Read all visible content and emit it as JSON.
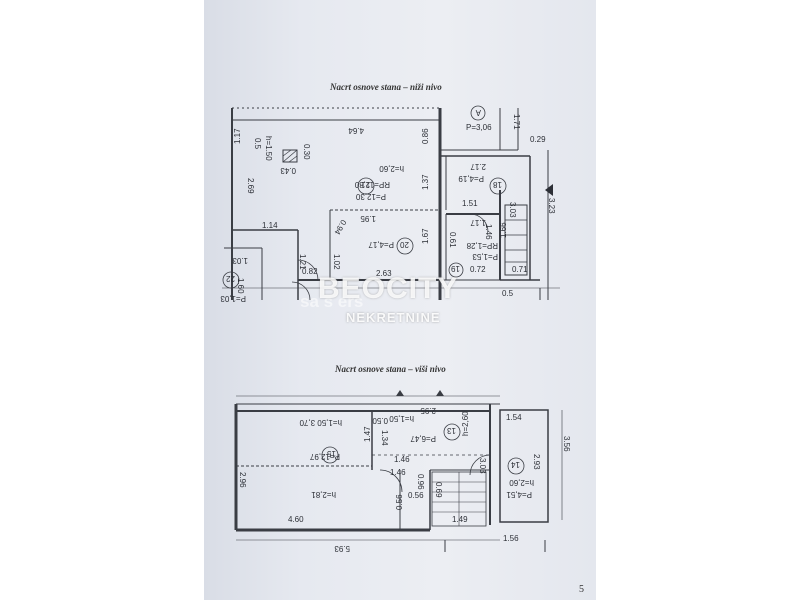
{
  "captions": {
    "lower": "Nacrt osnove stana – niži nivo",
    "upper": "Nacrt osnove stana – viši nivo"
  },
  "watermark": {
    "brand": "BEOCITY",
    "sub": "NEKRETNINE",
    "faint": "sa   s      ers"
  },
  "page_number": "5",
  "lower_plan": {
    "rooms": [
      {
        "num": "21",
        "area": "P=12,30",
        "rp": "RP=11,80",
        "h": "h=2,60"
      },
      {
        "num": "20",
        "area": "P=4,17"
      },
      {
        "num": "19",
        "area": "P=1,53",
        "rp": "RP=1,28"
      },
      {
        "num": "18",
        "area": "P=4,19"
      },
      {
        "num": "22",
        "area": "P=1,03"
      },
      {
        "num": "A",
        "area": "P=3,06"
      }
    ],
    "dims": [
      "4.64",
      "0.86",
      "1.17",
      "0.29",
      "1.71",
      "2.69",
      "0.30",
      "0.43",
      "1.14",
      "1.21",
      "0.82",
      "1.02",
      "2.63",
      "1.95",
      "0.94",
      "1.67",
      "1.37",
      "2.17",
      "1.51",
      "3.03",
      "1.17",
      "1.46",
      "0.61",
      "0.72",
      "1.66",
      "0.71",
      "3.23",
      "1.60",
      "1.03",
      "h=1.50",
      "0.5",
      "0.5"
    ]
  },
  "upper_plan": {
    "rooms": [
      {
        "num": "15",
        "area": "P=12,97",
        "h": "h=2,81",
        "note": "h=1,50  3,70"
      },
      {
        "num": "13",
        "area": "P=6,47",
        "h": "h=2,60",
        "note": "h=1,50"
      },
      {
        "num": "14",
        "area": "P=4,51",
        "h": "h=2,60"
      }
    ],
    "dims": [
      "1.47",
      "2.95",
      "0.50",
      "1.54",
      "1.34",
      "1.46",
      "1.46",
      "0.96",
      "0.56",
      "0.69",
      "3.03",
      "2.93",
      "2.96",
      "4.60",
      "0.56",
      "1.49",
      "5.93",
      "1.56",
      "3.56"
    ]
  }
}
